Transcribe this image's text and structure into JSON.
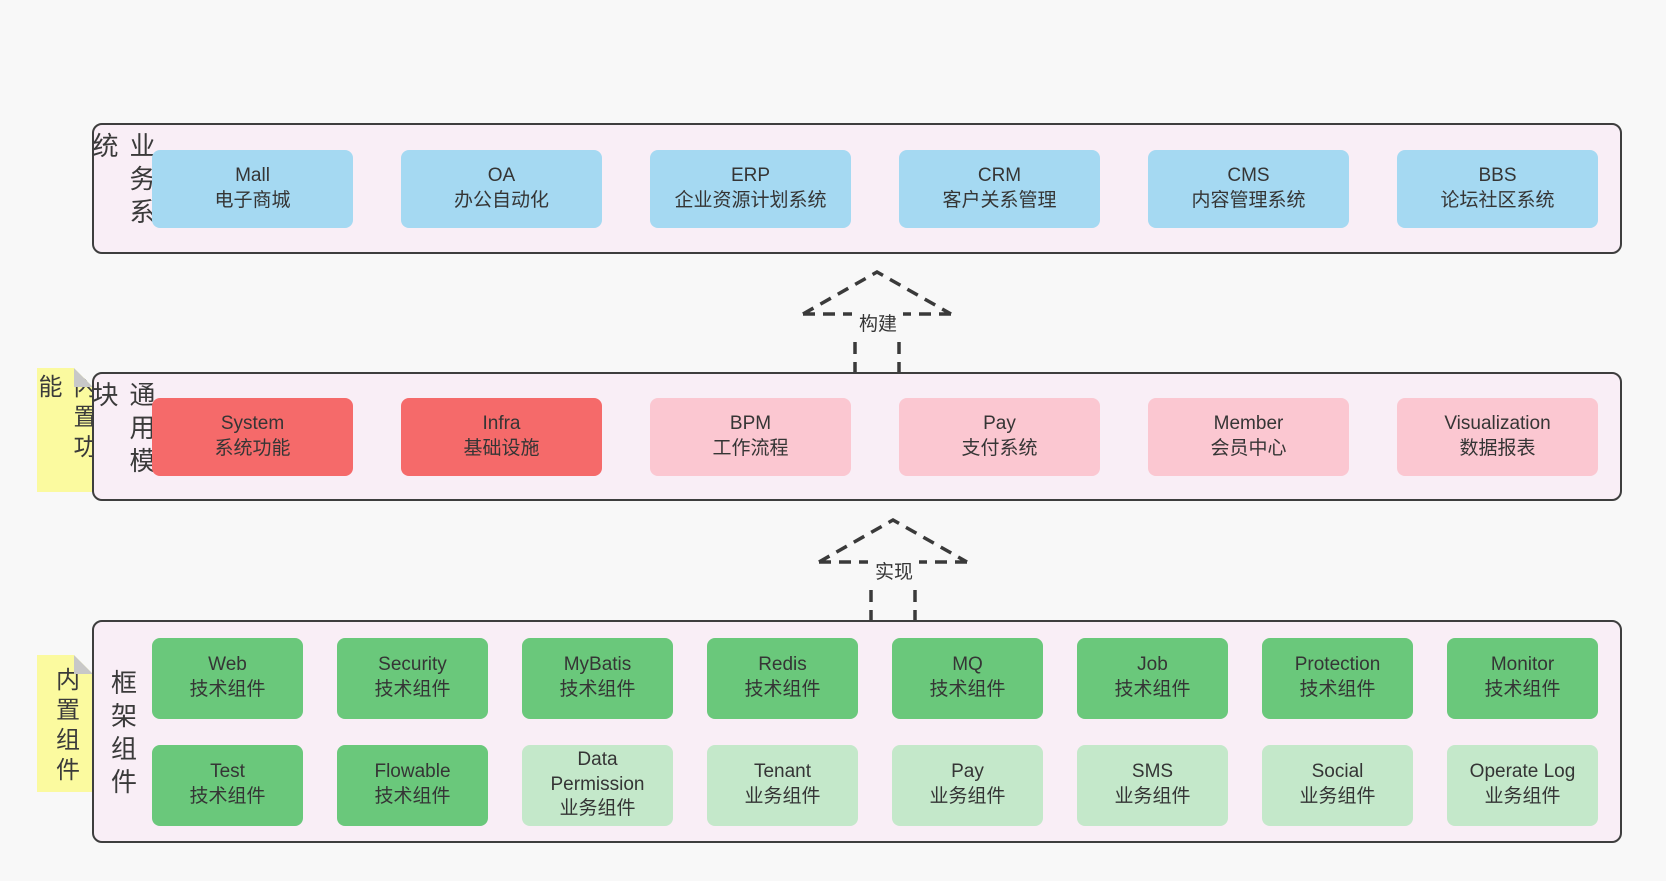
{
  "palette": {
    "page_bg": "#f8f8f8",
    "section_bg": "#f9eef6",
    "section_border": "#3e3e3e",
    "blue_box": "#a5d9f2",
    "red_box": "#f56a6a",
    "pink_box": "#fbc7d1",
    "green_box": "#6ac87b",
    "light_green_box": "#c4e8ca",
    "sticky_note": "#fbfa9f",
    "note_fold": "#c8c8c8",
    "text": "#363636"
  },
  "layers": {
    "business": {
      "label": "业务系统",
      "boxes": [
        {
          "en": "Mall",
          "zh": "电子商城"
        },
        {
          "en": "OA",
          "zh": "办公自动化"
        },
        {
          "en": "ERP",
          "zh": "企业资源计划系统"
        },
        {
          "en": "CRM",
          "zh": "客户关系管理"
        },
        {
          "en": "CMS",
          "zh": "内容管理系统"
        },
        {
          "en": "BBS",
          "zh": "论坛社区系统"
        }
      ]
    },
    "arrow_build": {
      "label": "构建"
    },
    "modules": {
      "label": "通用模块",
      "note": "内置功能",
      "boxes": [
        {
          "en": "System",
          "zh": "系统功能"
        },
        {
          "en": "Infra",
          "zh": "基础设施"
        },
        {
          "en": "BPM",
          "zh": "工作流程"
        },
        {
          "en": "Pay",
          "zh": "支付系统"
        },
        {
          "en": "Member",
          "zh": "会员中心"
        },
        {
          "en": "Visualization",
          "zh": "数据报表"
        }
      ]
    },
    "arrow_implement": {
      "label": "实现"
    },
    "framework": {
      "label": "框架组件",
      "note": "内置组件",
      "rows": [
        [
          {
            "en": "Web",
            "zh": "技术组件"
          },
          {
            "en": "Security",
            "zh": "技术组件"
          },
          {
            "en": "MyBatis",
            "zh": "技术组件"
          },
          {
            "en": "Redis",
            "zh": "技术组件"
          },
          {
            "en": "MQ",
            "zh": "技术组件"
          },
          {
            "en": "Job",
            "zh": "技术组件"
          },
          {
            "en": "Protection",
            "zh": "技术组件"
          },
          {
            "en": "Monitor",
            "zh": "技术组件"
          }
        ],
        [
          {
            "en": "Test",
            "zh": "技术组件"
          },
          {
            "en": "Flowable",
            "zh": "技术组件"
          },
          {
            "en": "Data Permission",
            "zh": "业务组件"
          },
          {
            "en": "Tenant",
            "zh": "业务组件"
          },
          {
            "en": "Pay",
            "zh": "业务组件"
          },
          {
            "en": "SMS",
            "zh": "业务组件"
          },
          {
            "en": "Social",
            "zh": "业务组件"
          },
          {
            "en": "Operate Log",
            "zh": "业务组件"
          }
        ]
      ]
    }
  }
}
